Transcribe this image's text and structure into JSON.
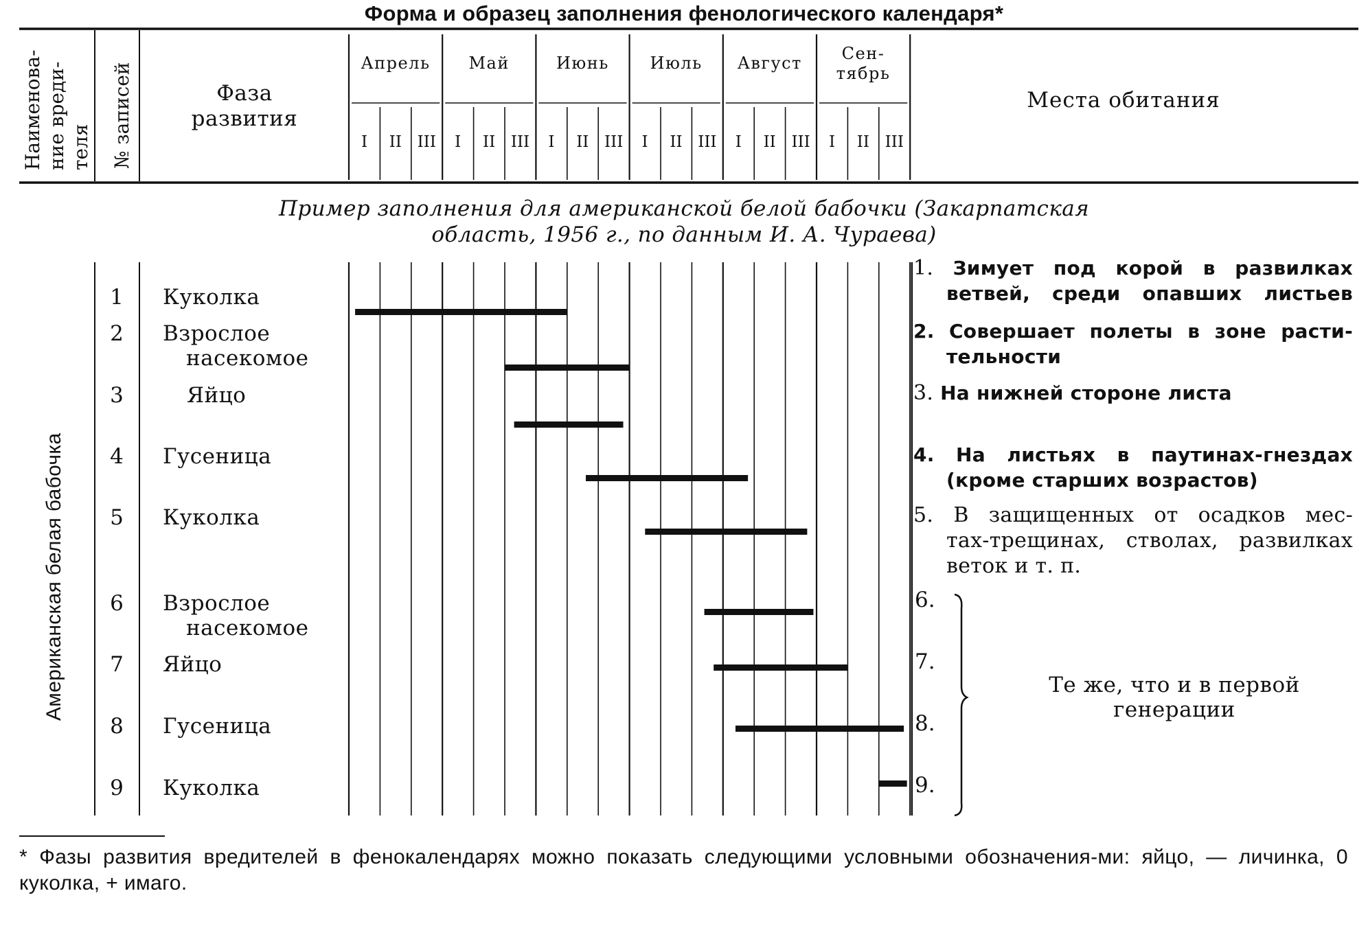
{
  "title": "Форма и образец заполнения фенологического календаря*",
  "header": {
    "pest_name": [
      "Наименова-",
      "ние вреди-",
      "теля"
    ],
    "record_no": "№ записей",
    "phase": [
      "Фаза",
      "развития"
    ],
    "habitat": "Места обитания",
    "months": [
      "Апрель",
      "Май",
      "Июнь",
      "Июль",
      "Август",
      [
        "Сен-",
        "тябрь"
      ]
    ],
    "decades": [
      "I",
      "II",
      "III"
    ]
  },
  "example_caption": [
    "Пример заполнения для американской белой бабочки (Закарпатская",
    "область, 1956 г., по данным И. А. Чураева)"
  ],
  "species": "Американская белая бабочка",
  "rows": [
    {
      "no": "1",
      "phase": [
        "Куколка"
      ],
      "from": 0.2,
      "to": 7.0
    },
    {
      "no": "2",
      "phase": [
        "Взрослое",
        "насекомое"
      ],
      "from": 5.0,
      "to": 9.0
    },
    {
      "no": "3",
      "phase": [
        "Яйцо"
      ],
      "from": 5.3,
      "to": 8.8
    },
    {
      "no": "4",
      "phase": [
        "Гусеница"
      ],
      "from": 7.6,
      "to": 12.8
    },
    {
      "no": "5",
      "phase": [
        "Куколка"
      ],
      "from": 9.5,
      "to": 14.7
    },
    {
      "no": "6",
      "phase": [
        "Взрослое",
        "насекомое"
      ],
      "from": 11.4,
      "to": 14.9
    },
    {
      "no": "7",
      "phase": [
        "Яйцо"
      ],
      "from": 11.7,
      "to": 16.0
    },
    {
      "no": "8",
      "phase": [
        "Гусеница"
      ],
      "from": 12.4,
      "to": 17.8
    },
    {
      "no": "9",
      "phase": [
        "Куколка"
      ],
      "from": 17.0,
      "to": 17.9
    }
  ],
  "habitats": [
    {
      "no": "1.",
      "lines": [
        "Зимует под корой в развилках",
        "ветвей, среди опавших листьев"
      ]
    },
    {
      "no": "2.",
      "lines": [
        "Совершает полеты в зоне расти-",
        "тельности"
      ]
    },
    {
      "no": "3.",
      "lines": [
        "На нижней стороне листа"
      ]
    },
    {
      "no": "4.",
      "lines": [
        "На листьях в паутинах-гнездах",
        "(кроме старших возрастов)"
      ]
    },
    {
      "no": "5.",
      "lines": [
        "В защищенных от осадков мес-",
        "тах-трещинах, стволах, развилках",
        "веток и т. п."
      ]
    },
    {
      "no": "6."
    },
    {
      "no": "7."
    },
    {
      "no": "8."
    },
    {
      "no": "9."
    }
  ],
  "same_as_first": [
    "Те же, что и в первой",
    "генерации"
  ],
  "footnote": "* Фазы развития вредителей в фенокалендарях можно показать следующими условными обозначения-ми: яйцо, — личинка, 0 куколка, + имаго."
}
